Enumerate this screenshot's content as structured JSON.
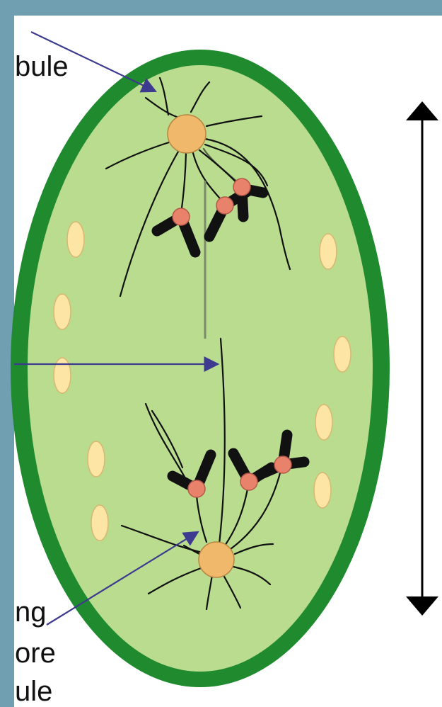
{
  "labels": {
    "top": "bule",
    "bottom": [
      "ng",
      "ore",
      "ule"
    ]
  },
  "colors": {
    "frame": "#6f9fb1",
    "cell_wall": "#1f8a2e",
    "cytoplasm": "#b9dc8f",
    "centrosome": "#f0b86a",
    "chromosome_arm": "#111111",
    "centromere": "#e8826a",
    "vacuole": "#fde5a6",
    "vacuole_outline": "#d7b873",
    "spindle_fibre": "#111111",
    "pointer_arrow": "#3d3a8f",
    "axis_arrow": "#000000"
  },
  "icons": {
    "frame": "frame-border",
    "axis": "double-headed-arrow-icon",
    "pointer": "pointer-arrow-icon"
  }
}
